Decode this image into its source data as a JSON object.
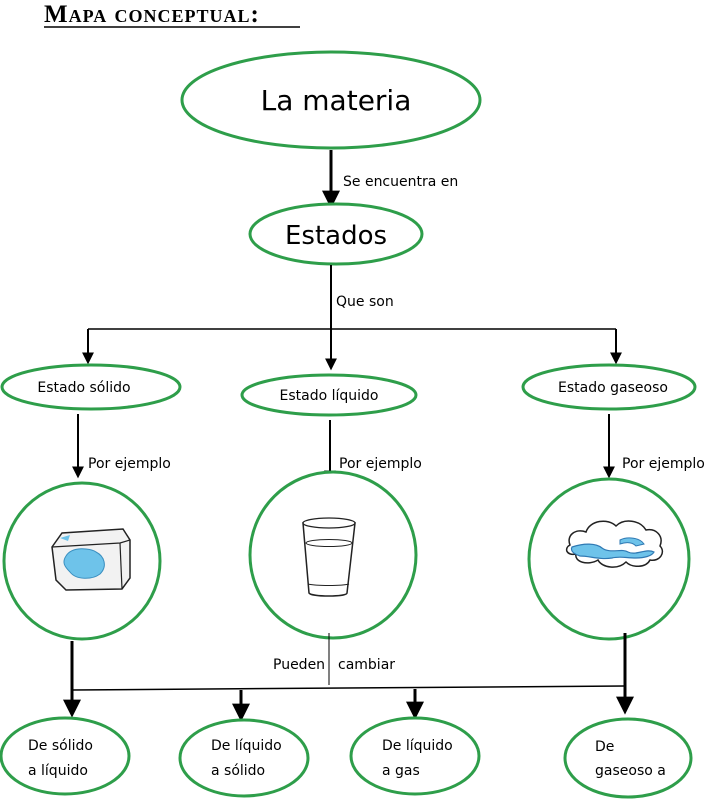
{
  "title": "Mapa conceptual:",
  "nodes": {
    "materia": "La materia",
    "estados": "Estados",
    "solido": "Estado sólido",
    "liquido": "Estado líquido",
    "gaseoso": "Estado gaseoso",
    "s2l": [
      "De sólido",
      "a líquido"
    ],
    "l2s": [
      "De líquido",
      "a sólido"
    ],
    "l2g": [
      "De líquido",
      "a gas"
    ],
    "g2x": [
      "De",
      "gaseoso a"
    ]
  },
  "links": {
    "se_encuentra_en": "Se encuentra en",
    "que_son": "Que son",
    "por_ejemplo_1": "Por ejemplo",
    "por_ejemplo_2": "Por ejemplo",
    "por_ejemplo_3": "Por ejemplo",
    "pueden": "Pueden",
    "cambiar": "cambiar"
  },
  "images": {
    "ice": "ice-cube-icon",
    "glass": "water-glass-icon",
    "cloud": "cloud-icon"
  },
  "colors": {
    "node_border": "#2e9e4a",
    "line": "#000000",
    "water": "#6ec3ea"
  }
}
